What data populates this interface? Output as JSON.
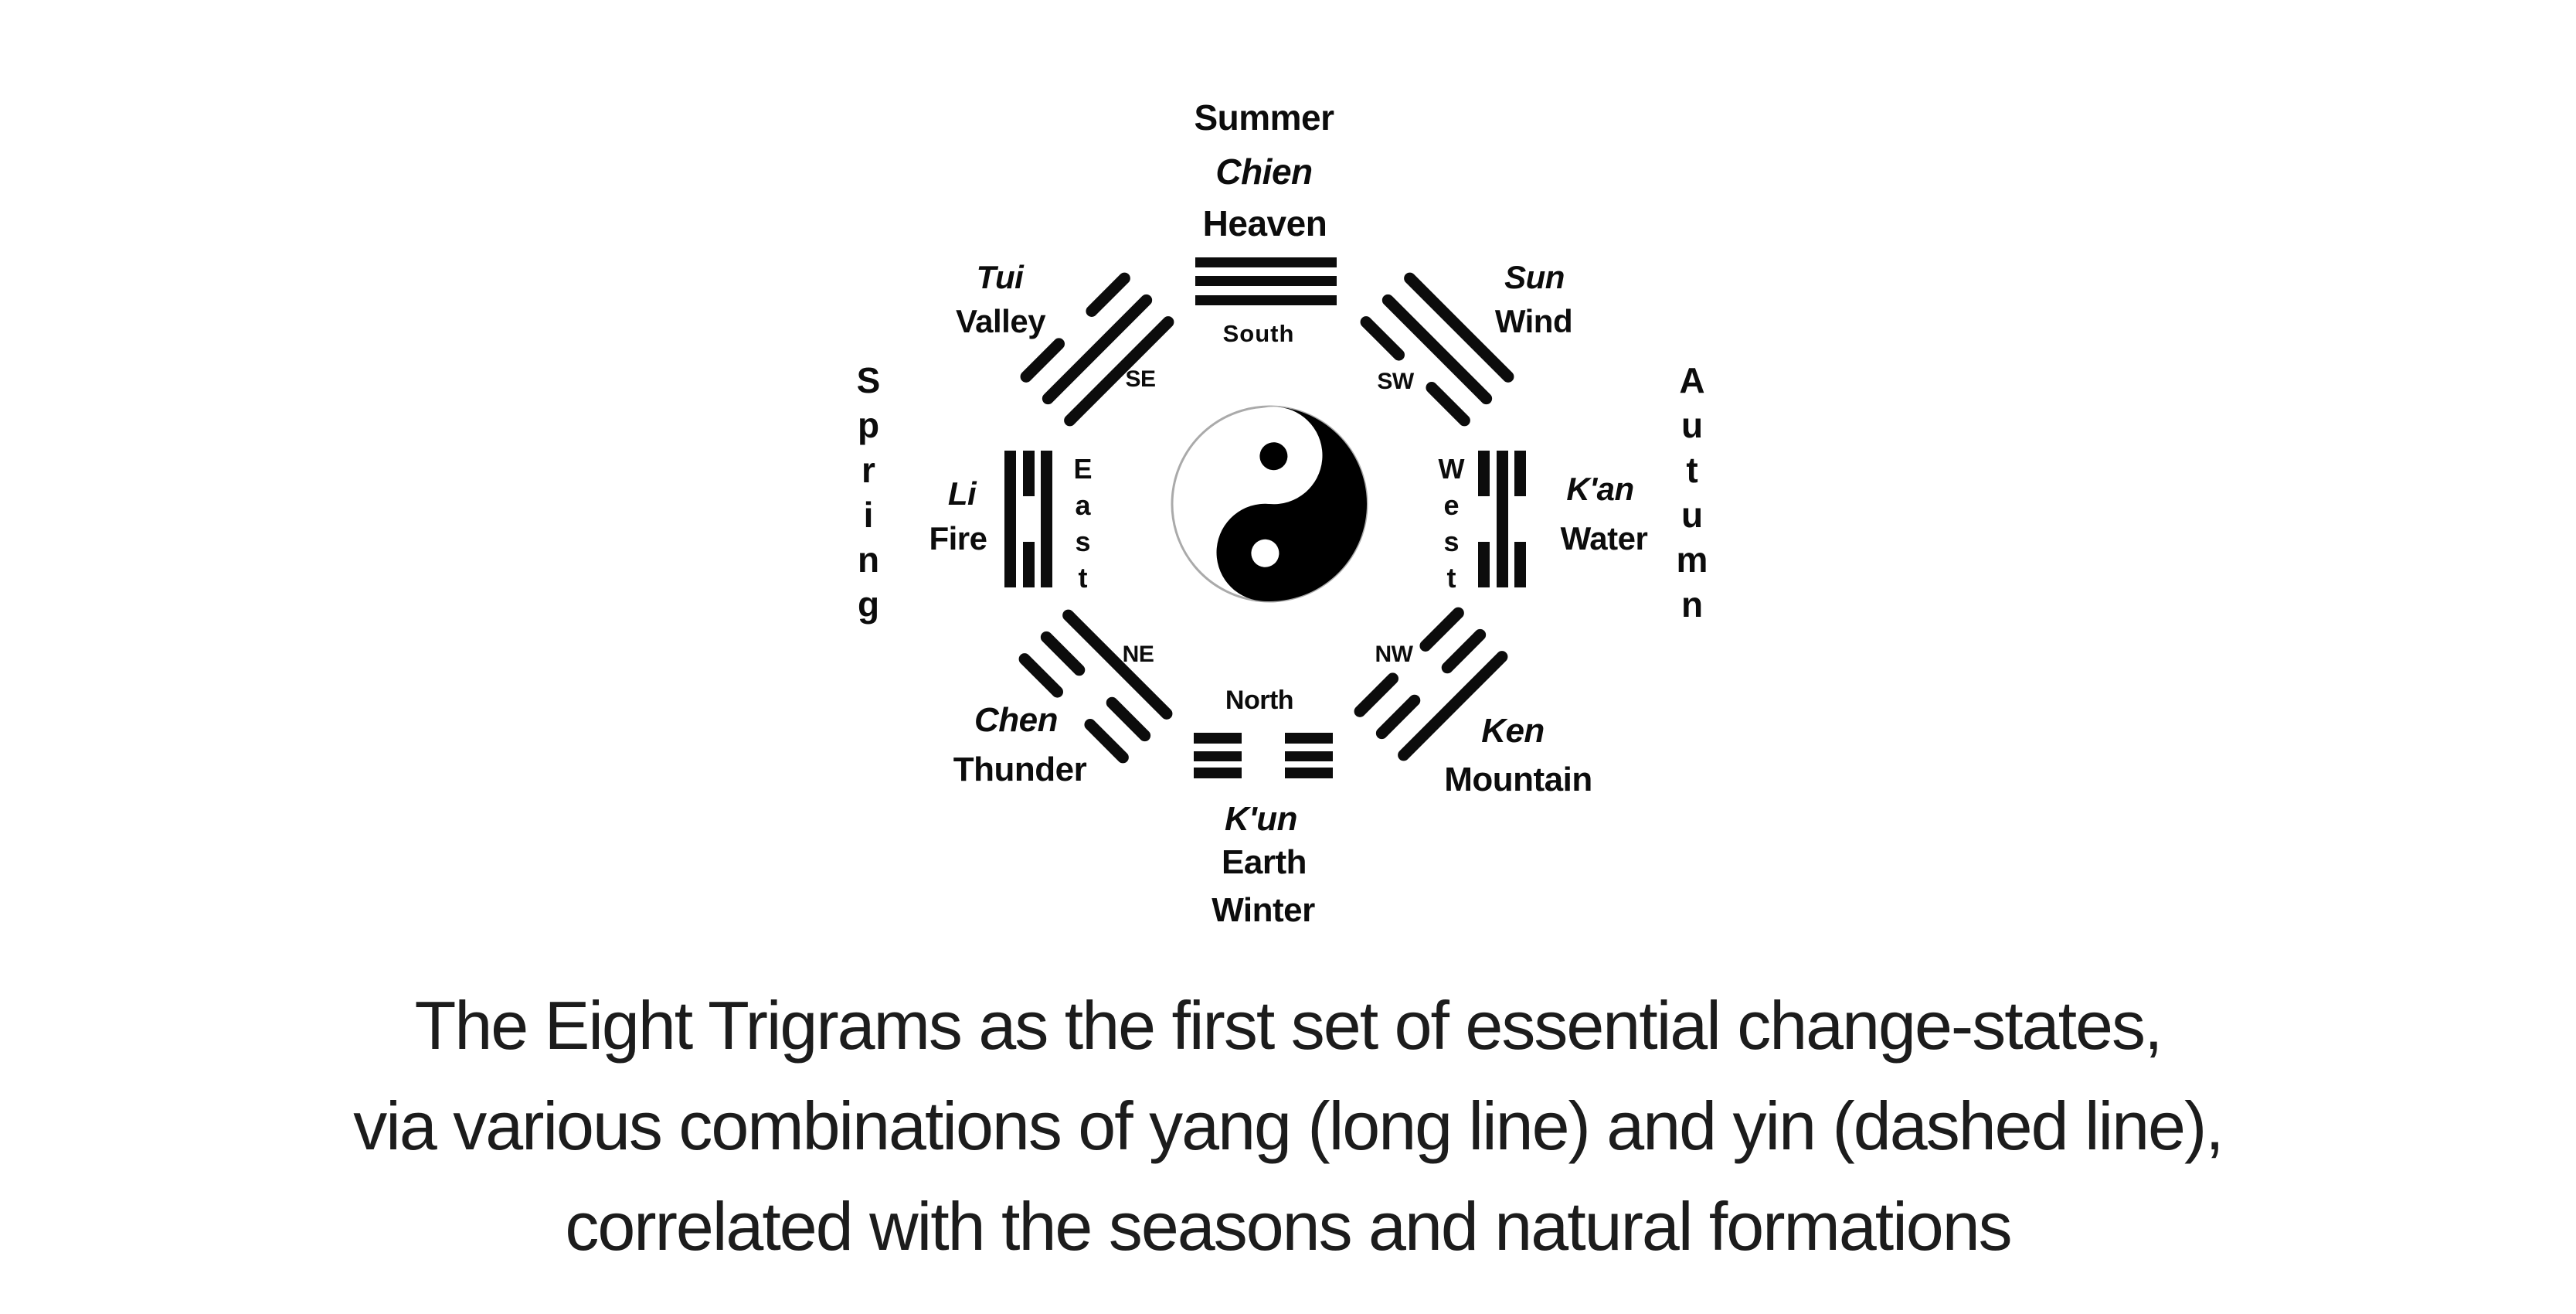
{
  "diagram": {
    "center_symbol": "yin-yang",
    "top": {
      "season": "Summer",
      "name": "Chien",
      "nature": "Heaven",
      "direction": "South",
      "trigram_lines": "yang,yang,yang"
    },
    "southeast": {
      "name": "Tui",
      "nature": "Valley",
      "direction": "SE",
      "trigram_lines": "yin,yang,yang"
    },
    "southwest": {
      "name": "Sun",
      "nature": "Wind",
      "direction": "SW",
      "trigram_lines": "yang,yang,yin"
    },
    "east": {
      "season": "Spring",
      "name": "Li",
      "nature": "Fire",
      "direction": "East",
      "trigram_lines": "yang,yin,yang"
    },
    "west": {
      "season": "Autumn",
      "name": "K'an",
      "nature": "Water",
      "direction": "West",
      "trigram_lines": "yin,yang,yin"
    },
    "northeast": {
      "name": "Chen",
      "nature": "Thunder",
      "direction": "NE",
      "trigram_lines": "yin,yin,yang"
    },
    "northwest": {
      "name": "Ken",
      "nature": "Mountain",
      "direction": "NW",
      "trigram_lines": "yang,yin,yin"
    },
    "bottom": {
      "direction": "North",
      "name": "K'un",
      "nature": "Earth",
      "season": "Winter",
      "trigram_lines": "yin,yin,yin"
    }
  },
  "caption": {
    "line1": "The Eight Trigrams as the first set of essential change-states,",
    "line2": "via various combinations of yang (long line) and yin (dashed line),",
    "line3": "correlated with the seasons and natural formations"
  }
}
